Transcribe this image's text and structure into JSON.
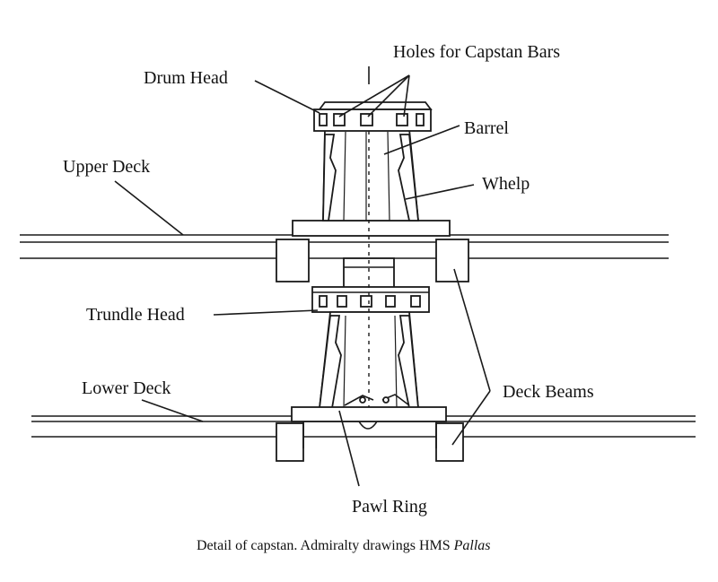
{
  "labels": {
    "holes_for_capstan_bars": "Holes for Capstan Bars",
    "drum_head": "Drum Head",
    "barrel": "Barrel",
    "upper_deck": "Upper Deck",
    "whelp": "Whelp",
    "trundle_head": "Trundle Head",
    "lower_deck": "Lower Deck",
    "deck_beams": "Deck Beams",
    "pawl_ring": "Pawl Ring"
  },
  "caption": {
    "text": "Detail of capstan. Admiralty drawings HMS ",
    "italic": "Pallas"
  }
}
